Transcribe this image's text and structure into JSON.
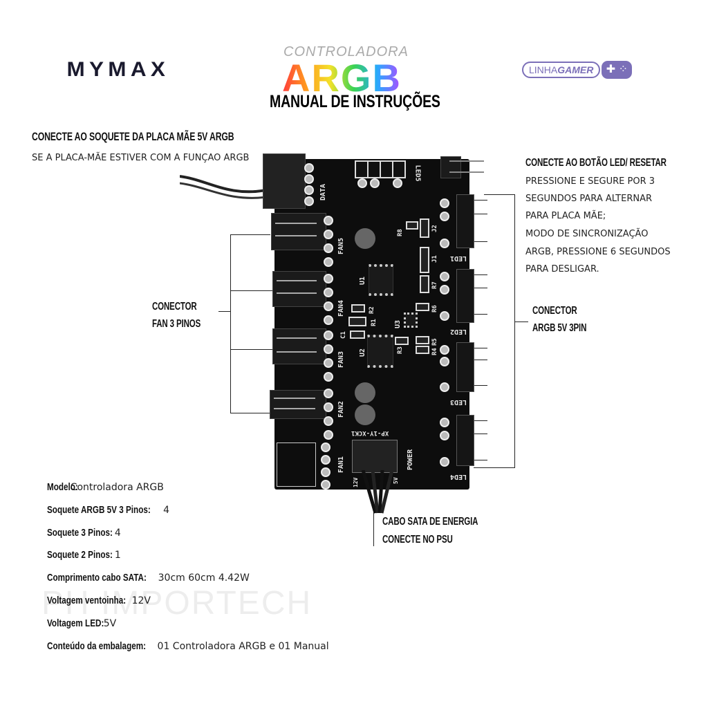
{
  "header": {
    "brand_logo": "MYMAX",
    "title_top": "CONTROLADORA",
    "title_main": "ARGB",
    "subtitle": "MANUAL DE INSTRUÇÕES",
    "badge_text_light": "LINHA",
    "badge_text_bold": "GAMER"
  },
  "callouts": {
    "motherboard_title": "CONECTE AO SOQUETE DA PLACA MÃE 5V ARGB",
    "motherboard_note": "SE A PLACA-MÃE ESTIVER COM A FUNÇAO ARGB",
    "button_title": "CONECTE AO BOTÃO LED/ RESETAR",
    "button_lines": [
      "PRESSIONE E SEGURE POR 3",
      "SEGUNDOS PARA ALTERNAR",
      "PARA PLACA MÃE;",
      "MODO DE SINCRONIZAÇÃO",
      "ARGB, PRESSIONE 6 SEGUNDOS",
      "PARA DESLIGAR."
    ],
    "fan_connector": [
      "CONECTOR",
      "FAN 3 PINOS"
    ],
    "argb_connector": [
      "CONECTOR",
      "ARGB 5V 3PIN"
    ],
    "sata": [
      "CABO SATA DE ENERGIA",
      "CONECTE NO PSU"
    ]
  },
  "board": {
    "data": "DATA",
    "led5": "LED5",
    "fan5": "FAN5",
    "fan4": "FAN4",
    "fan3": "FAN3",
    "fan2": "FAN2",
    "fan1": "FAN1",
    "led1": "LED1",
    "led2": "LED2",
    "led3": "LED3",
    "led4": "LED4",
    "power": "POWER",
    "power_part": "XP-1Y-XCK1",
    "v12": "12V",
    "v5": "5V",
    "u1": "U1",
    "u2": "U2",
    "u3": "U3",
    "r1": "R1",
    "r2": "R2",
    "r3": "R3",
    "r4": "R4",
    "r5": "R5",
    "r6": "R6",
    "r7": "R7",
    "r8": "R8",
    "j1": "J1",
    "j2": "J2",
    "c1": "C1"
  },
  "specs": [
    {
      "label": "Modelo:",
      "value": "Controladora ARGB"
    },
    {
      "label": "Soquete ARGB 5V 3 Pinos:",
      "value": "4"
    },
    {
      "label": "Soquete 3 Pinos:",
      "value": "4"
    },
    {
      "label": "Soquete 2 Pinos:",
      "value": "1"
    },
    {
      "label": "Comprimento cabo SATA:",
      "value": "30cm 60cm 4.42W"
    },
    {
      "label": "Voltagem ventoinha:",
      "value": "12V"
    },
    {
      "label": "Voltagem LED:",
      "value": "5V"
    },
    {
      "label": "Conteúdo da embalagem:",
      "value": "01 Controladora ARGB e 01 Manual"
    }
  ],
  "watermark": "PH IMPORTECH",
  "colors": {
    "gamer_purple": "#7b6fb8",
    "argb_gradient": [
      "#ff3b3b",
      "#ff9a1f",
      "#f3e12a",
      "#39d353",
      "#2aa8ff",
      "#b04bff"
    ]
  }
}
